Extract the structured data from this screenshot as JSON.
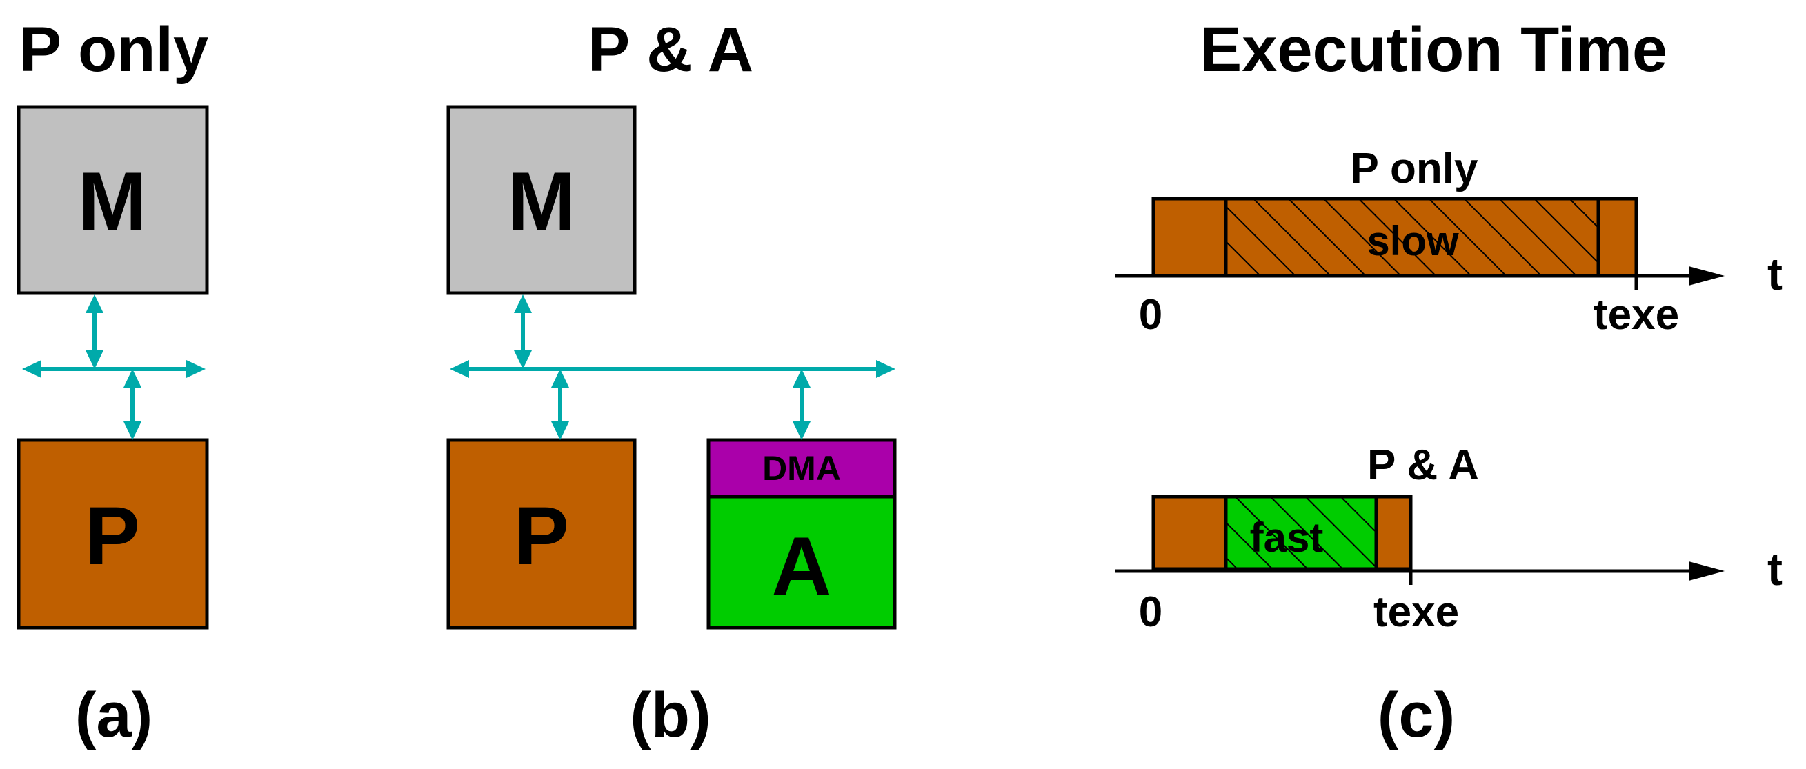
{
  "colors": {
    "memory": "#C0C0C0",
    "processor": "#BF5F00",
    "accelerator": "#00CC00",
    "dma": "#AA00AA",
    "bus": "#00AAAA",
    "stroke": "#000000"
  },
  "panel_a": {
    "title": "P only",
    "memory_label": "M",
    "processor_label": "P",
    "caption": "(a)"
  },
  "panel_b": {
    "title": "P & A",
    "memory_label": "M",
    "processor_label": "P",
    "dma_label": "DMA",
    "accelerator_label": "A",
    "caption": "(b)"
  },
  "panel_c": {
    "title": "Execution Time",
    "caption": "(c)",
    "timeline_p_only": {
      "label": "P only",
      "segment_label": "slow",
      "start_tick": "0",
      "end_tick": "texe",
      "axis_label": "t"
    },
    "timeline_p_and_a": {
      "label": "P & A",
      "segment_label": "fast",
      "start_tick": "0",
      "end_tick": "texe",
      "axis_label": "t"
    }
  }
}
